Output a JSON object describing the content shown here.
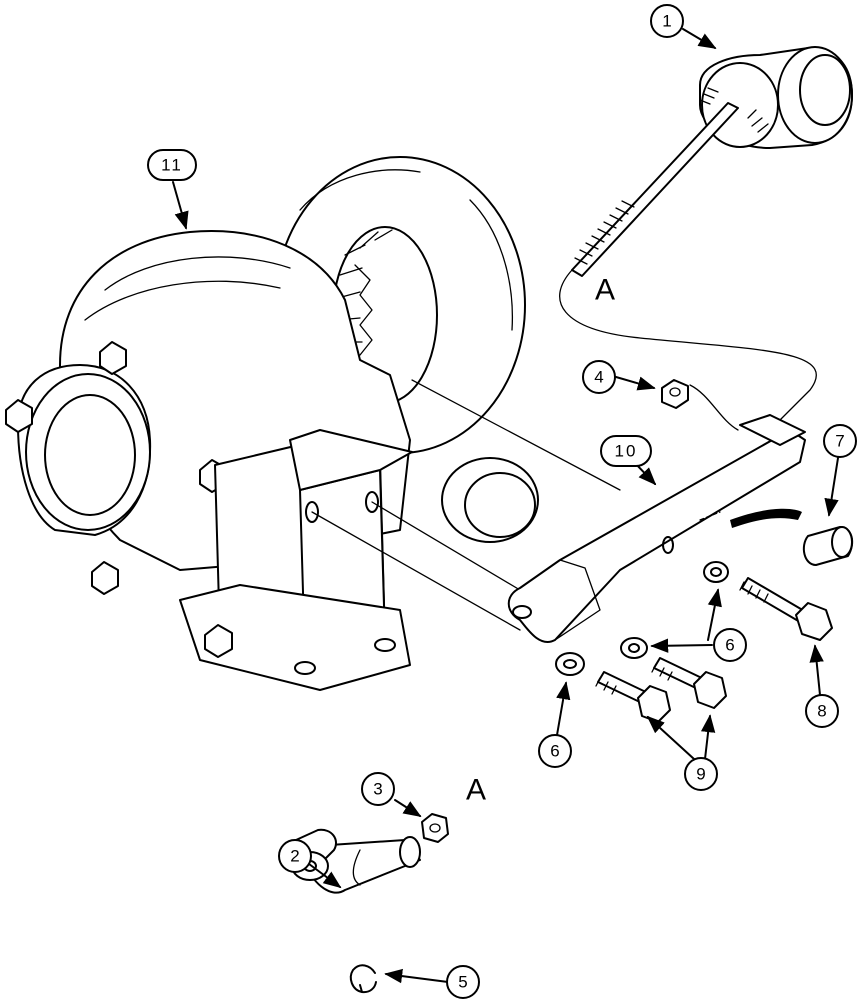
{
  "callouts": {
    "c1": "1",
    "c2": "2",
    "c3": "3",
    "c4": "4",
    "c5": "5",
    "c6a": "6",
    "c6b": "6",
    "c7": "7",
    "c8": "8",
    "c9": "9",
    "c10": "10",
    "c11": "11"
  },
  "reference_letters": {
    "actuator_end": "A",
    "rod_end": "A"
  }
}
